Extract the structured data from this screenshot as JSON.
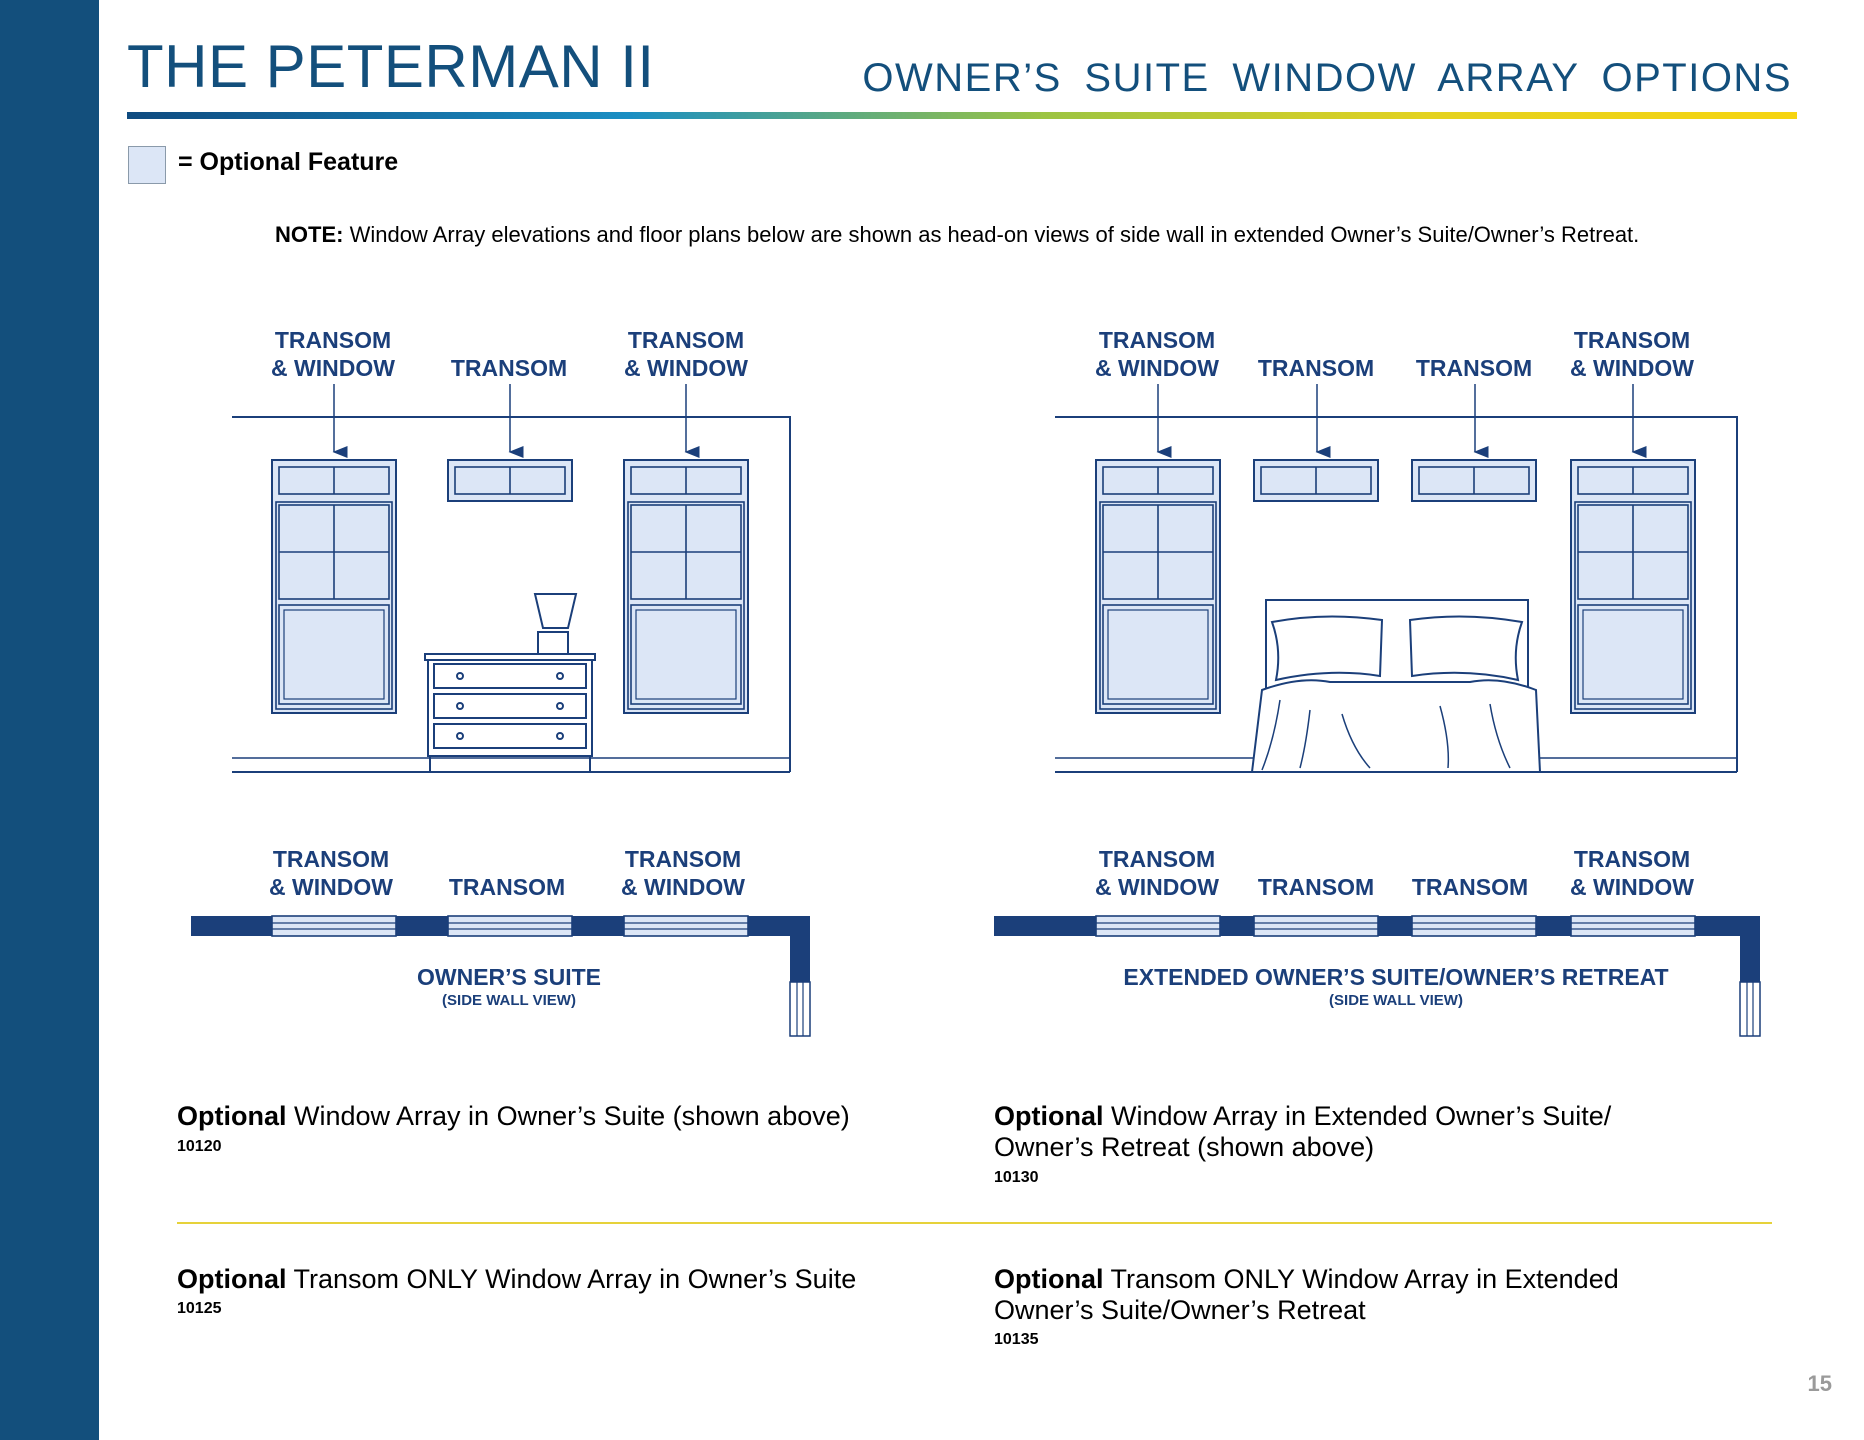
{
  "header": {
    "title": "THE PETERMAN II",
    "subtitle": "OWNER’S SUITE WINDOW ARRAY OPTIONS"
  },
  "legend": {
    "label": "= Optional Feature"
  },
  "note": {
    "label": "NOTE:",
    "text": " Window Array elevations and floor plans below are shown as head-on views of side wall in extended Owner’s Suite/Owner’s Retreat."
  },
  "elevation_left": {
    "labels": [
      {
        "line1": "TRANSOM",
        "line2": "& WINDOW"
      },
      {
        "line1": "",
        "line2": "TRANSOM"
      },
      {
        "line1": "TRANSOM",
        "line2": "& WINDOW"
      }
    ]
  },
  "elevation_right": {
    "labels": [
      {
        "line1": "TRANSOM",
        "line2": "& WINDOW"
      },
      {
        "line1": "",
        "line2": "TRANSOM"
      },
      {
        "line1": "",
        "line2": "TRANSOM"
      },
      {
        "line1": "TRANSOM",
        "line2": "& WINDOW"
      }
    ]
  },
  "plan_left": {
    "labels": [
      {
        "line1": "TRANSOM",
        "line2": "& WINDOW"
      },
      {
        "line1": "",
        "line2": "TRANSOM"
      },
      {
        "line1": "TRANSOM",
        "line2": "& WINDOW"
      }
    ],
    "room": "OWNER’S SUITE",
    "view": "(SIDE WALL VIEW)"
  },
  "plan_right": {
    "labels": [
      {
        "line1": "TRANSOM",
        "line2": "& WINDOW"
      },
      {
        "line1": "",
        "line2": "TRANSOM"
      },
      {
        "line1": "",
        "line2": "TRANSOM"
      },
      {
        "line1": "TRANSOM",
        "line2": "& WINDOW"
      }
    ],
    "room": "EXTENDED OWNER’S SUITE/OWNER’S RETREAT",
    "view": "(SIDE WALL VIEW)"
  },
  "options": [
    {
      "bold": "Optional",
      "text": " Window Array in Owner’s Suite (shown above)",
      "code": "10120"
    },
    {
      "bold": "Optional",
      "text": " Window Array in Extended Owner’s Suite/ Owner’s Retreat (shown above)",
      "code": "10130"
    },
    {
      "bold": "Optional",
      "text": " Transom ONLY Window Array in Owner’s Suite",
      "code": "10125"
    },
    {
      "bold": "Optional",
      "text": " Transom ONLY Window Array in Extended Owner’s Suite/Owner’s Retreat",
      "code": "10135"
    }
  ],
  "page_number": "15",
  "colors": {
    "brand_navy": "#134f7c",
    "diagram_navy": "#1b3f7a",
    "optional_fill": "#dce6f6",
    "divider_gold": "#e6d23a"
  }
}
